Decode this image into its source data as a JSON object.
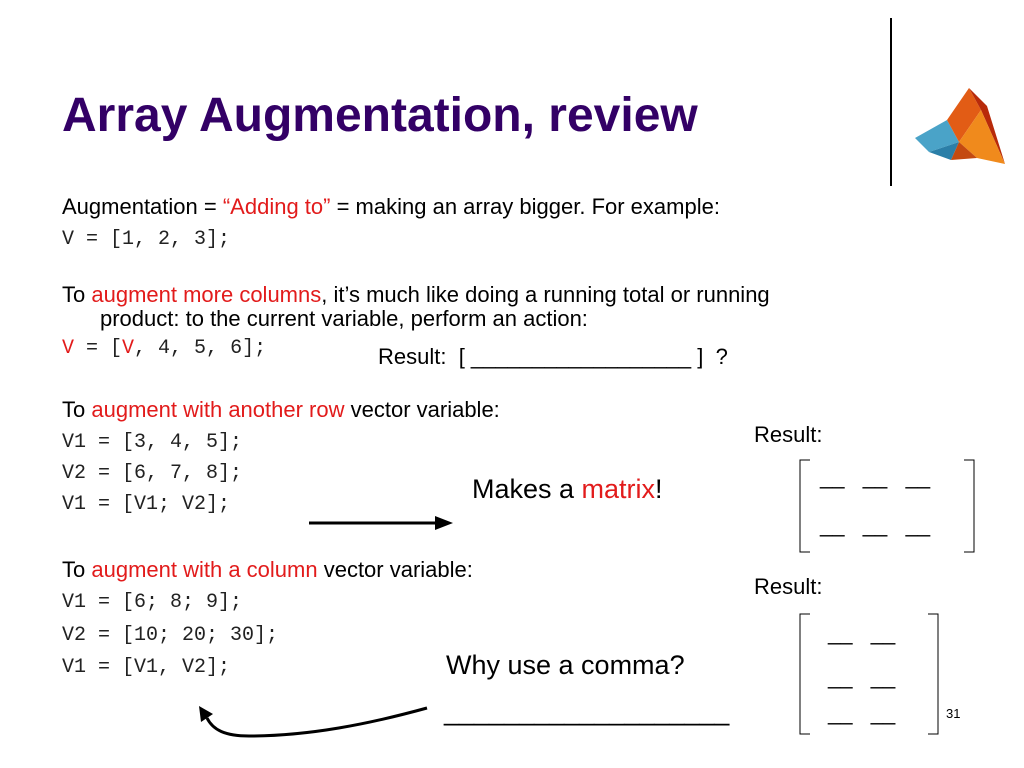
{
  "title": "Array Augmentation, review",
  "intro": {
    "pre": "Augmentation = ",
    "q_open": "“",
    "adding_to": "Adding to",
    "q_close": "”",
    "eq": " = ",
    "post": "making an array bigger. For example:",
    "code": "V = [1, 2, 3];"
  },
  "columns": {
    "pre": "To ",
    "highlight": "augment more columns",
    "post": ", it’s much like doing a running total or running",
    "line2": "product: to the current variable, perform an action:",
    "code_v1": "V",
    "code_eq": " = [",
    "code_v2": "V",
    "code_rest": ", 4, 5, 6];",
    "result": "Result:  [ __________________ ]  ?"
  },
  "row": {
    "pre": "To ",
    "highlight": "augment with another row",
    "post": " vector variable:",
    "code1": "V1 = [3, 4, 5];",
    "code2": "V2 = [6, 7, 8];",
    "code3": "V1 = [V1; V2];",
    "makes_pre": "Makes a ",
    "makes_highlight": "matrix",
    "makes_post": "!",
    "result_label": "Result:",
    "matrix_row1": "__   __   __",
    "matrix_row2": "__   __   __"
  },
  "col": {
    "pre": "To ",
    "highlight": "augment with a column",
    "post": " vector variable:",
    "code1": "V1 = [6; 8; 9];",
    "code2": "V2 = [10; 20; 30];",
    "code3": "V1 = [V1, V2];",
    "question": "Why use a comma?",
    "answer_blank": "___________________",
    "result_label": "Result:",
    "matrix_row1": "__   __",
    "matrix_row2": "__   __",
    "matrix_row3": "__   __"
  },
  "page_number": "31",
  "colors": {
    "title": "#330066",
    "highlight": "#e21b1b"
  },
  "logo_icon": "matlab-logo-icon"
}
